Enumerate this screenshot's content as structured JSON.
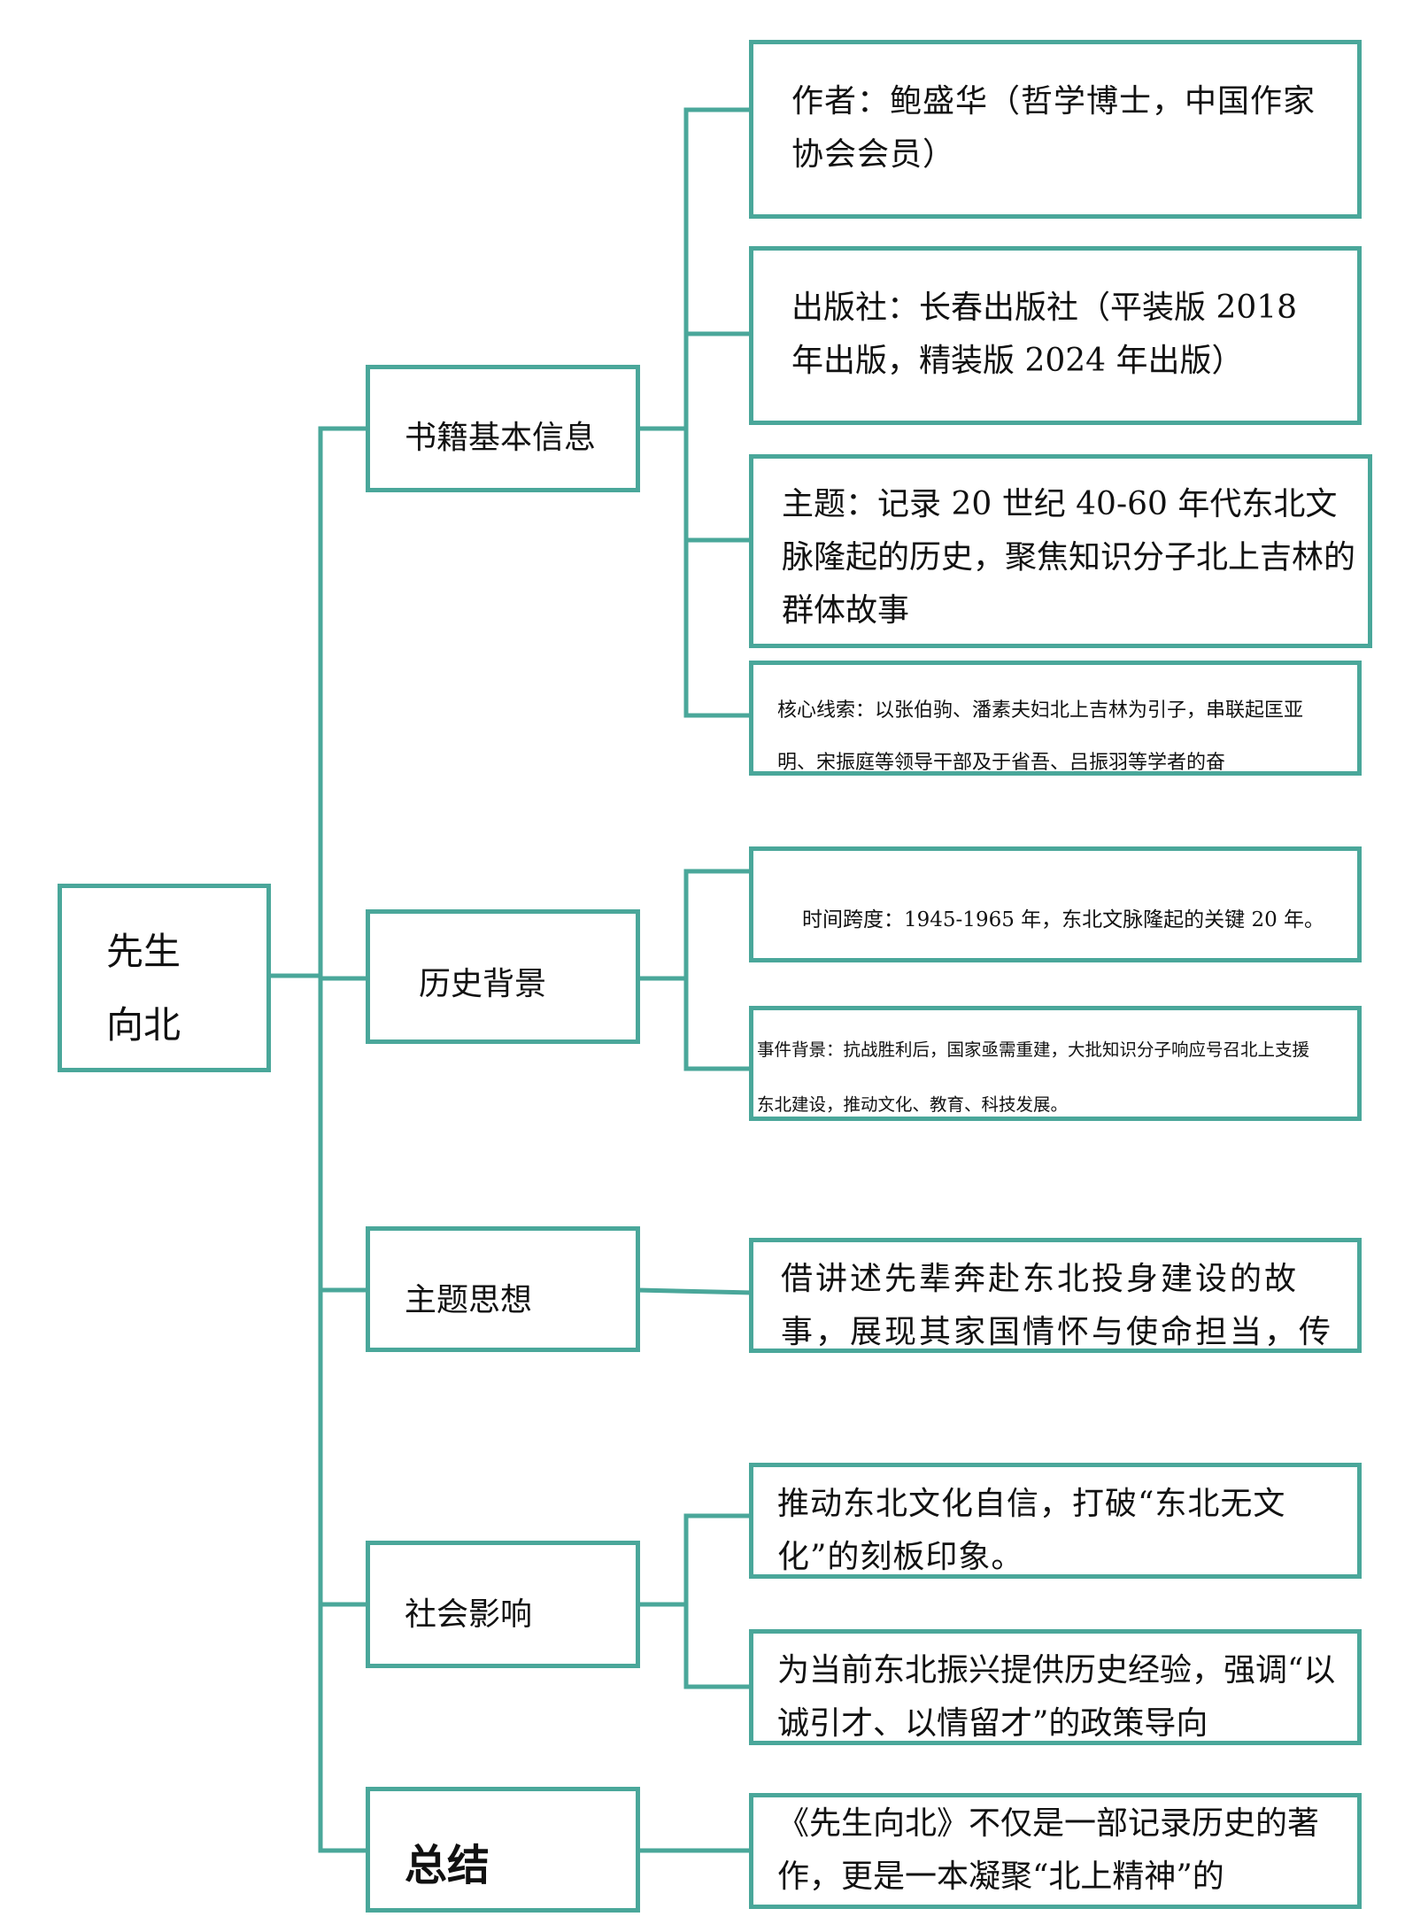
{
  "root": {
    "line1": "先生",
    "line2": "向北"
  },
  "branches": {
    "basic_info": "书籍基本信息",
    "history": "历史背景",
    "theme": "主题思想",
    "impact": "社会影响",
    "summary": "总结"
  },
  "details": {
    "author": "作者：鲍盛华（哲学博士，中国作家协会会员）",
    "publisher": "出版社：长春出版社（平装版 2018 年出版，精装版 2024 年出版）",
    "subject": "主题：记录 20 世纪 40-60 年代东北文脉隆起的历史，聚焦知识分子北上吉林的群体故事",
    "core_clue": "核心线索：以张伯驹、潘素夫妇北上吉林为引子，串联起匡亚明、宋振庭等领导干部及于省吾、吕振羽等学者的奋",
    "time_span": "时间跨度：1945-1965 年，东北文脉隆起的关键 20 年。",
    "event_background": "事件背景：抗战胜利后，国家亟需重建，大批知识分子响应号召北上支援东北建设，推动文化、教育、科技发展。",
    "theme_text": "借讲述先辈奔赴东北投身建设的故事，展现其家国情怀与使命担当，传",
    "impact_1": "推动东北文化自信，打破“东北无文化”的刻板印象。",
    "impact_2": "为当前东北振兴提供历史经验，强调“以诚引才、以情留才”的政策导向",
    "summary_text": "《先生向北》不仅是一部记录历史的著作，更是一本凝聚“北上精神”的"
  },
  "colors": {
    "accent": "#4aa79a"
  }
}
